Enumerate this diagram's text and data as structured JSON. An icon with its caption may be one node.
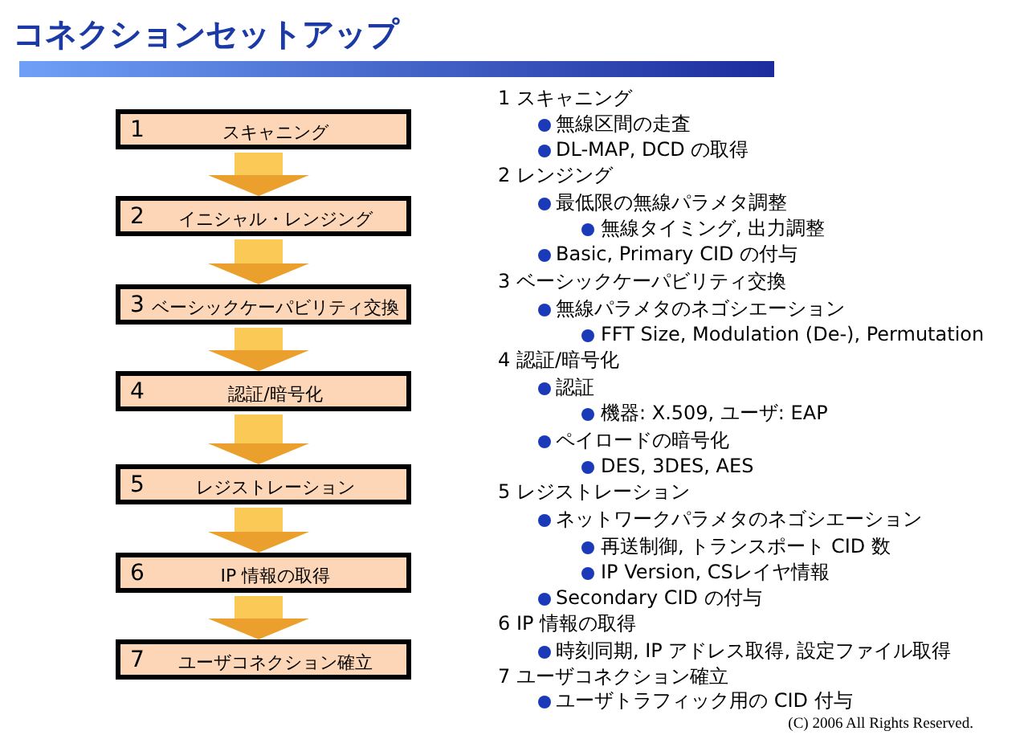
{
  "diagram": {
    "title": "コネクションセットアップ",
    "nodes": [
      {
        "text": [
          "1",
          "スキャニング"
        ]
      },
      {
        "text": [
          "2",
          "イニシャル・レンジング"
        ]
      },
      {
        "text": [
          "3",
          "ベーシックケーパビリティ交換"
        ]
      },
      {
        "text": [
          "4",
          "認証/暗号化"
        ]
      },
      {
        "text": [
          "5",
          "レジストレーション"
        ]
      },
      {
        "text": [
          "6",
          "IP 情報の取得"
        ]
      },
      {
        "text": [
          "7",
          "ユーザコネクション確立"
        ]
      }
    ],
    "edges": [
      {
        "from": 0,
        "to": 1,
        "arrow": "to"
      },
      {
        "from": 1,
        "to": 2,
        "arrow": "to"
      },
      {
        "from": 2,
        "to": 3,
        "arrow": "to"
      },
      {
        "from": 3,
        "to": 4,
        "arrow": "to"
      },
      {
        "from": 4,
        "to": 5,
        "arrow": "to"
      },
      {
        "from": 5,
        "to": 6,
        "arrow": "to"
      }
    ],
    "labels": [
      "1 スキャニング",
      "無線区間の走査",
      "DL-MAP, DCD の取得",
      "2 レンジング",
      "最低限の無線パラメタ調整",
      "無線タイミング, 出力調整",
      "Basic, Primary CID の付与",
      "3 ベーシックケーパビリティ交換",
      "無線パラメタのネゴシエーション",
      "FFT Size, Modulation (De-), Permutation",
      "4 認証/暗号化",
      "認証",
      "機器: X.509, ユーザ: EAP",
      "ペイロードの暗号化",
      "DES, 3DES, AES",
      "5 レジストレーション",
      "ネットワークパラメタのネゴシエーション",
      "再送制御, トランスポート CID 数",
      "IP Version, CSレイヤ情報",
      "Secondary CID の付与",
      "6 IP 情報の取得",
      "時刻同期, IP アドレス取得, 設定ファイル取得",
      "7 ユーザコネクション確立",
      "ユーザトラフィック用の CID 付与",
      "(C) 2006 All Rights Reserved."
    ]
  }
}
